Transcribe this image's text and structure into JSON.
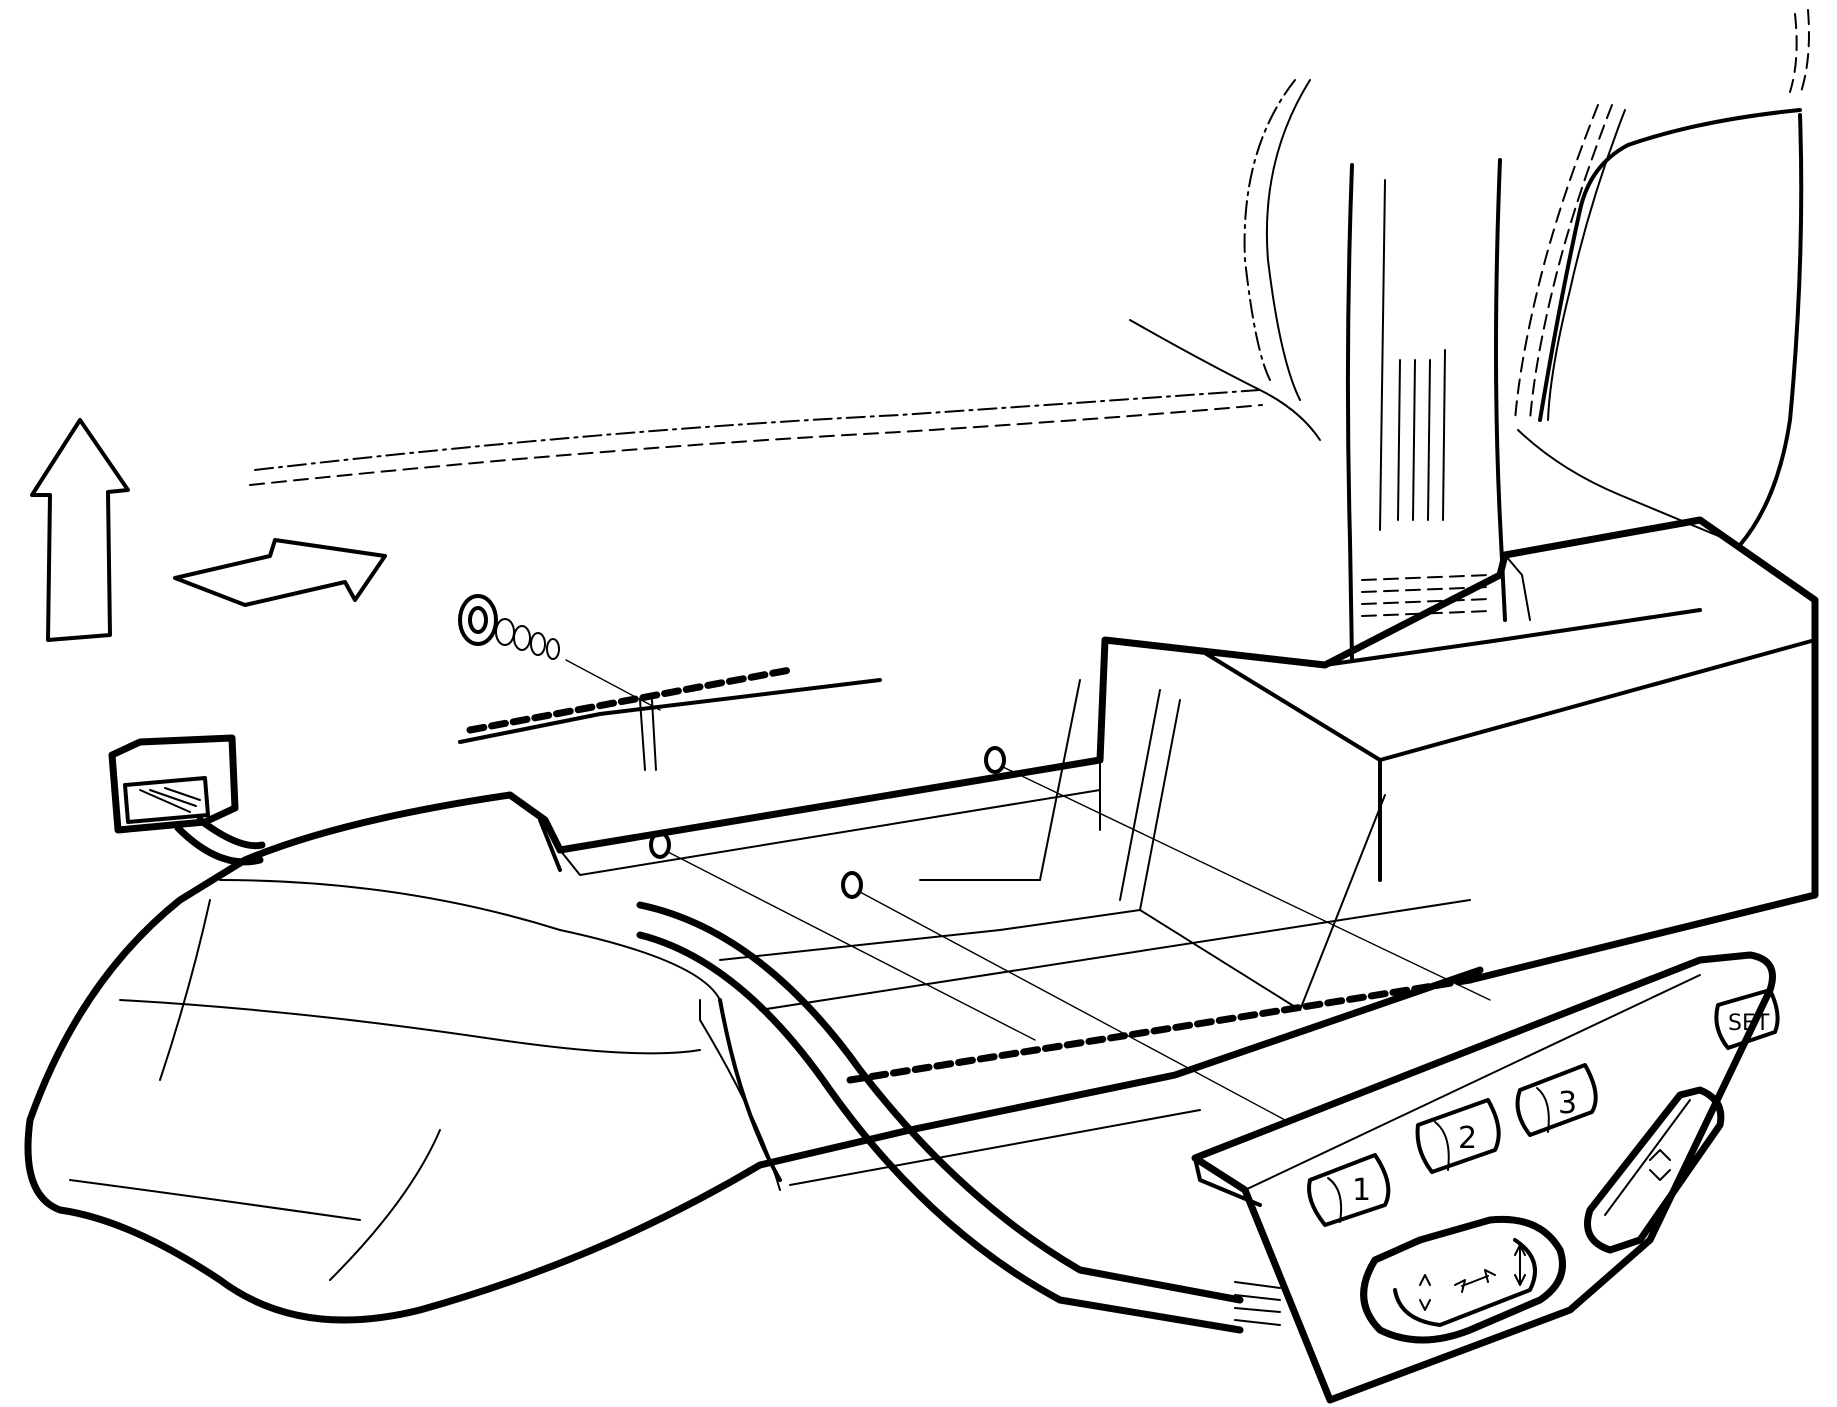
{
  "switch_pack": {
    "memory_buttons": [
      {
        "label": "1"
      },
      {
        "label": "2"
      },
      {
        "label": "3"
      }
    ],
    "set_button": {
      "label": "SET"
    }
  },
  "arrows": {
    "up": {
      "icon": "up-arrow-icon"
    },
    "forward": {
      "icon": "right-arrow-icon"
    }
  },
  "colors": {
    "ink": "#000000",
    "paper": "#ffffff"
  }
}
